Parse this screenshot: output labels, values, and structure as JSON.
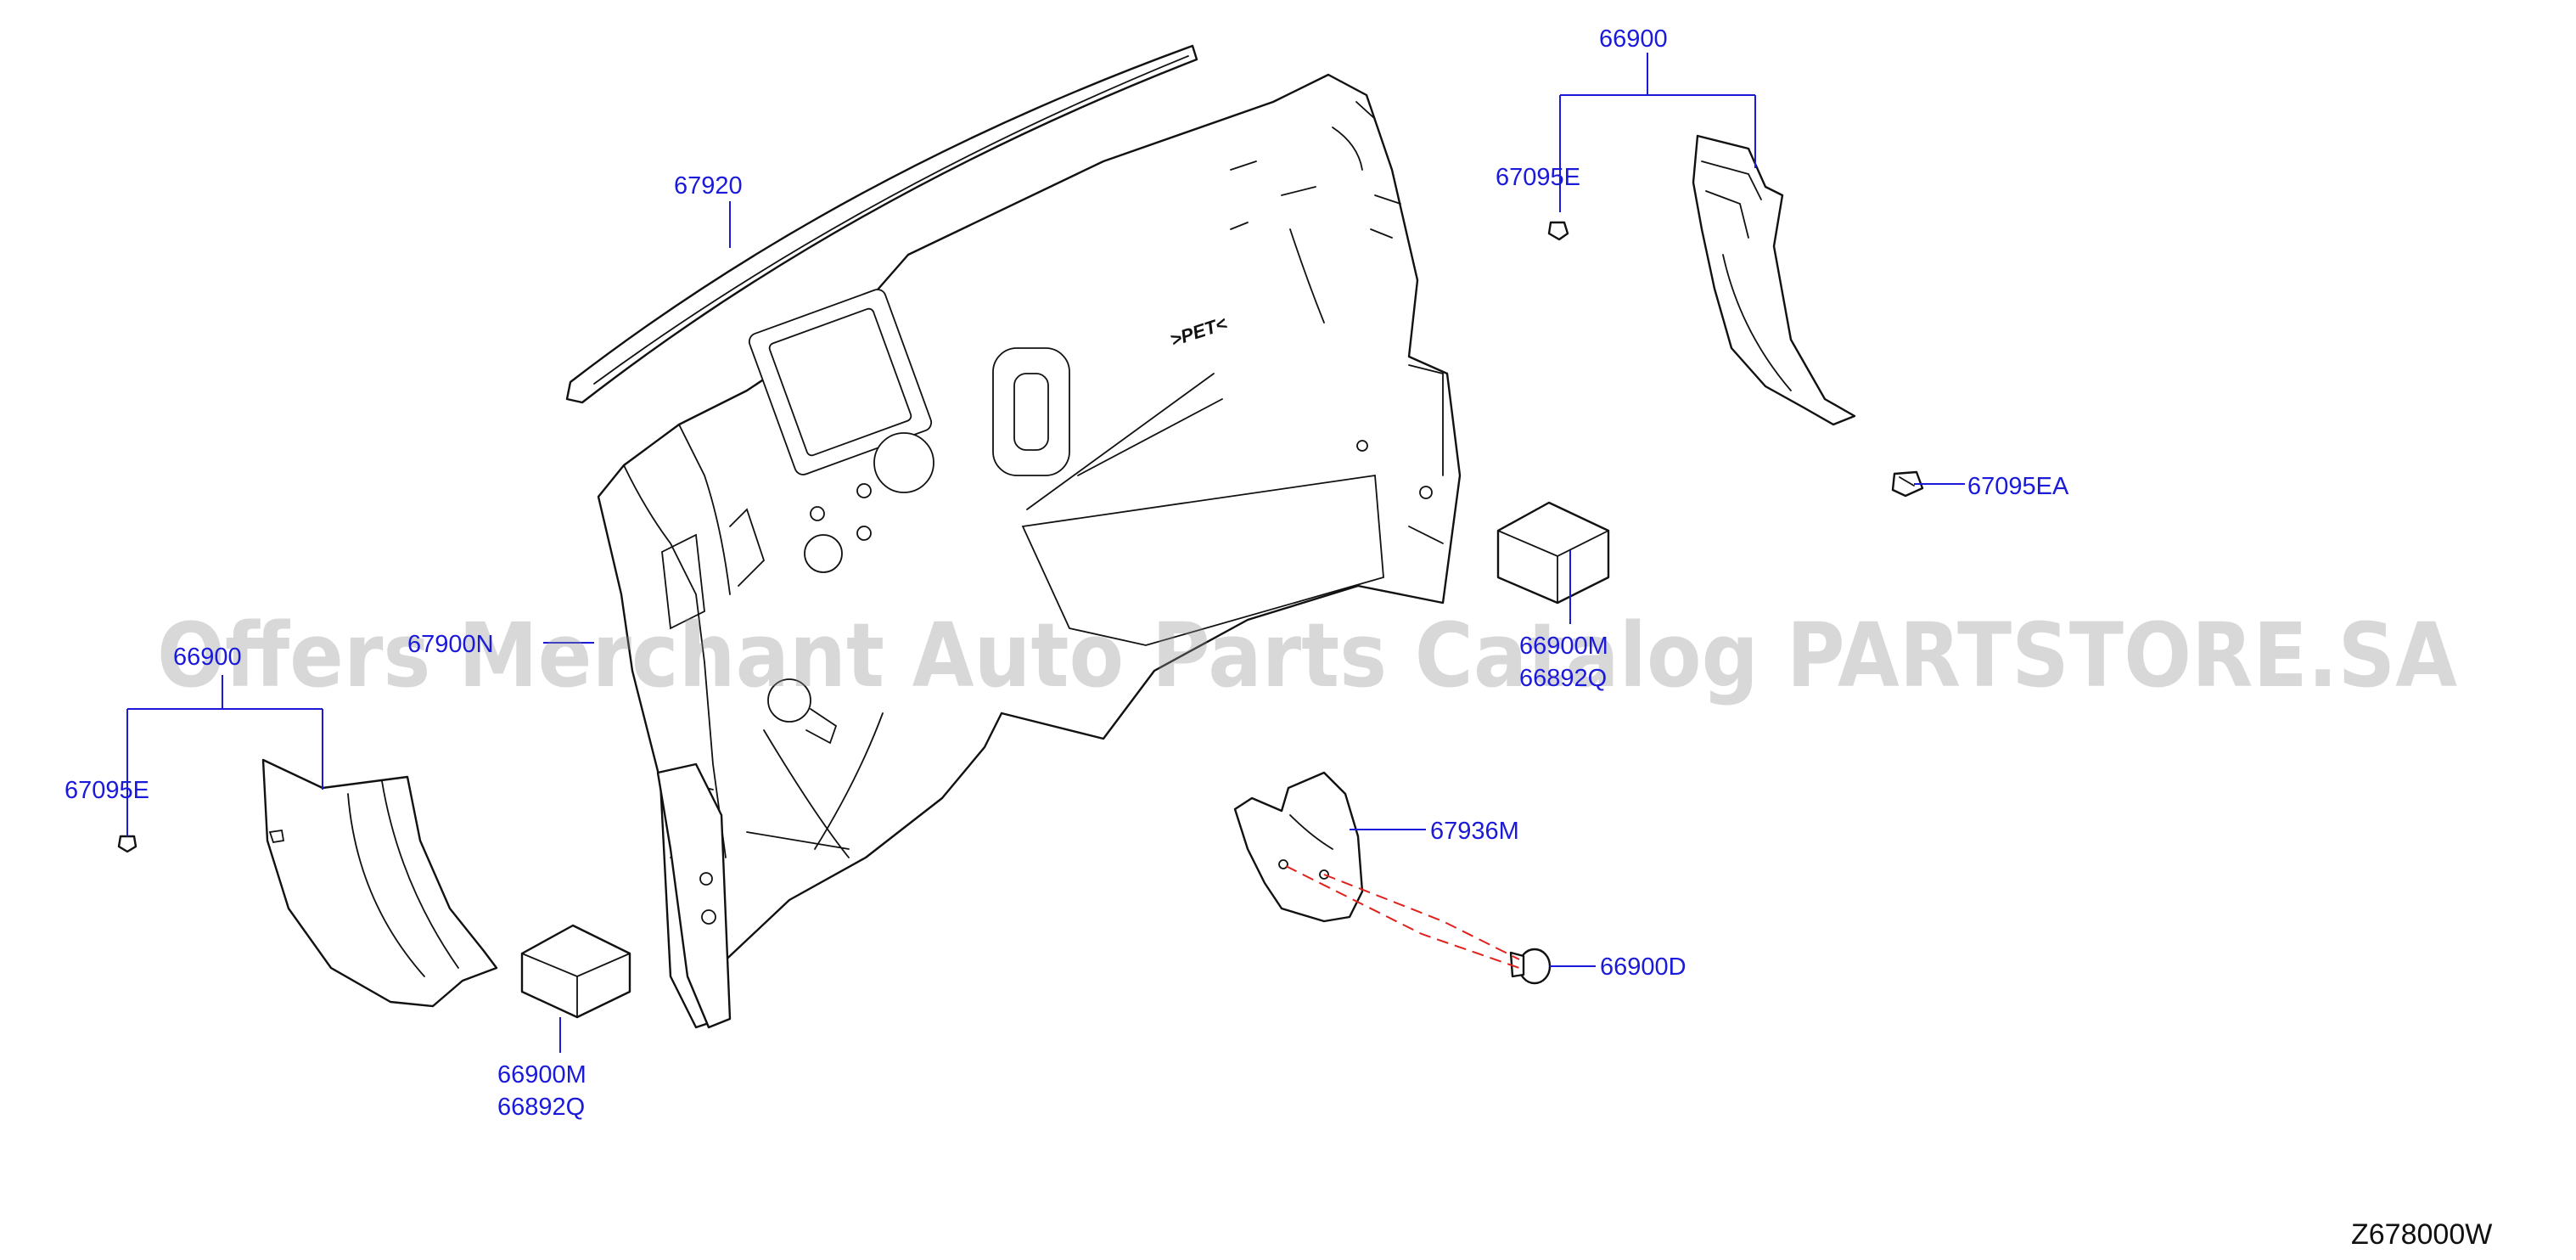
{
  "diagram": {
    "code": "Z678000W",
    "watermark": "Offers Merchant Auto Parts Catalog PARTSTORE.SA",
    "colors": {
      "label": "#1a1ad8",
      "line": "#111111",
      "dashed": "#e0201a"
    },
    "labels": {
      "p67920": "67920",
      "p66900_top": "66900",
      "p67095e_top": "67095E",
      "p67095ea": "67095EA",
      "p66900m_mid": "66900M",
      "p66892q_mid": "66892Q",
      "p6790n": "67900N",
      "p66900_left": "66900",
      "p67095e_left": "67095E",
      "p67936m": "67936M",
      "p66900d": "66900D",
      "p66900m_bot": "66900M",
      "p66892q_bot": "66892Q"
    },
    "embossed_text": ">PET<"
  }
}
